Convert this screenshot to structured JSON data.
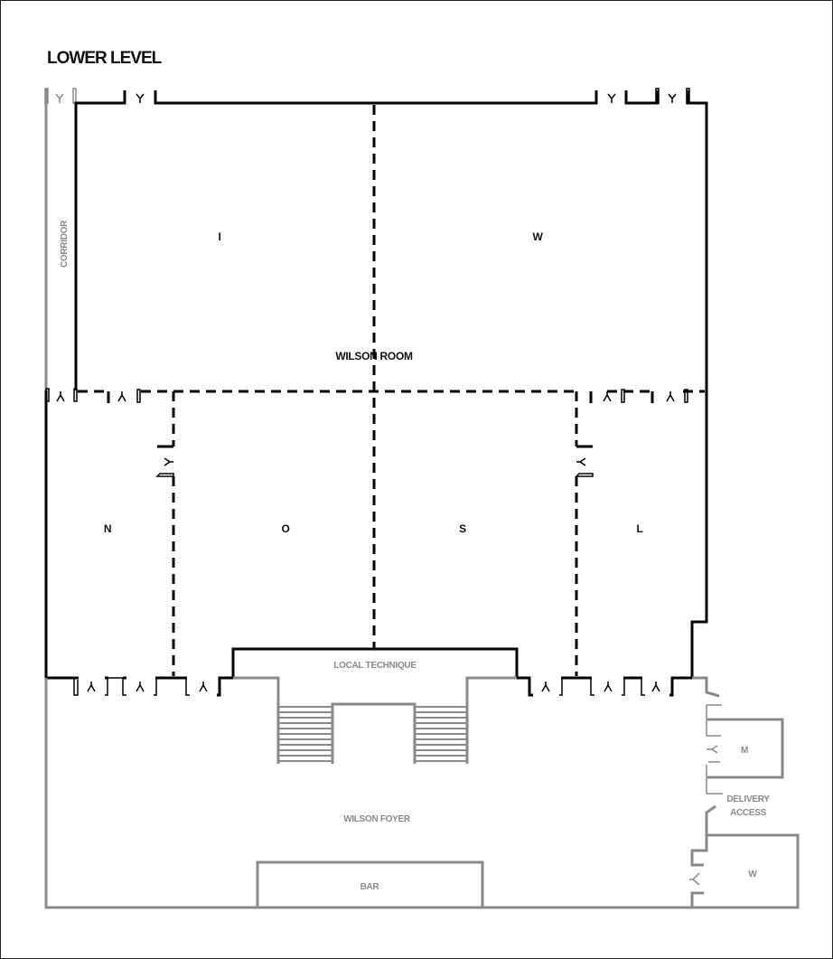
{
  "plan": {
    "title": "LOWER LEVEL",
    "main_room": "WILSON ROOM",
    "corridor": "CORRIDOR",
    "sections": {
      "top_left": "I",
      "top_right": "W",
      "bottom_1": "N",
      "bottom_2": "O",
      "bottom_3": "S",
      "bottom_4": "L"
    },
    "ancillary": {
      "local_technique": "LOCAL TECHNIQUE",
      "foyer": "WILSON FOYER",
      "bar": "BAR",
      "delivery_line1": "DELIVERY",
      "delivery_line2": "ACCESS",
      "restroom_men": "M",
      "restroom_women": "W"
    },
    "colors": {
      "wall": "#000000",
      "secondary_wall": "#8a8a8a",
      "frame": "#231f20"
    }
  }
}
